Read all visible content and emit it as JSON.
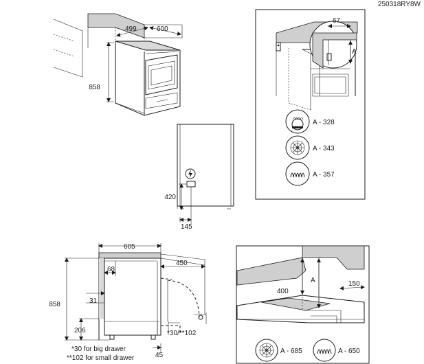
{
  "code": "250318RY8W",
  "top_left": {
    "dimensions": [
      "499",
      "600",
      "858"
    ]
  },
  "middle": {
    "dimensions": [
      "420",
      "145"
    ]
  },
  "top_right": {
    "dimensions": [
      "67",
      "A"
    ],
    "heat_sources": [
      {
        "icon": "gas-burner-icon",
        "label": "A - 328"
      },
      {
        "icon": "induction-coil-icon",
        "label": "A - 343"
      },
      {
        "icon": "ceramic-heating-coil-icon",
        "label": "A - 357"
      }
    ]
  },
  "bottom_left": {
    "dimensions": [
      "605",
      "68",
      "450",
      "858",
      "31",
      "206",
      "*30/**102",
      "45"
    ],
    "notes": [
      "*30 for big drawer",
      "**102 for small drawer"
    ]
  },
  "bottom_right": {
    "dimensions": [
      "A",
      "400",
      "150"
    ],
    "heat_sources": [
      {
        "icon": "induction-coil-icon",
        "label": "A - 685"
      },
      {
        "icon": "ceramic-heating-coil-icon",
        "label": "A - 650"
      }
    ]
  }
}
